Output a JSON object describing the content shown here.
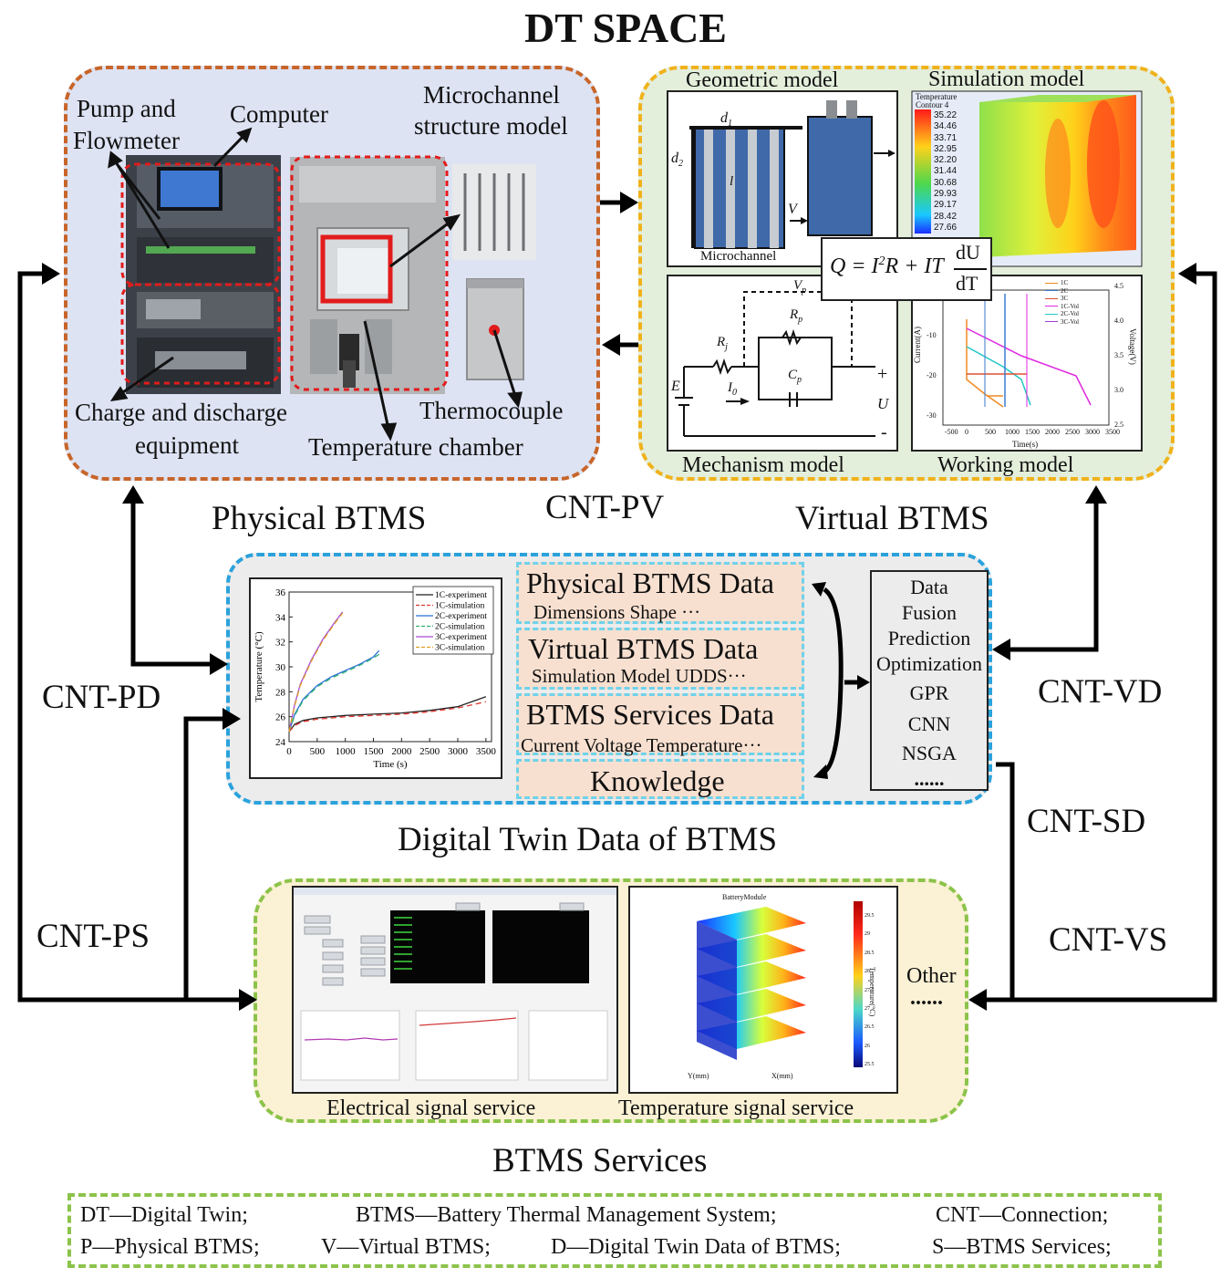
{
  "title": "DT SPACE",
  "physical": {
    "caption": "Physical BTMS",
    "labels": {
      "pump": "Pump and",
      "flowmeter": "Flowmeter",
      "computer": "Computer",
      "microchannel_1": "Microchannel",
      "microchannel_2": "structure model",
      "charge_1": "Charge and discharge",
      "charge_2": "equipment",
      "thermocouple": "Thermocouple",
      "chamber": "Temperature chamber"
    }
  },
  "virtual": {
    "caption": "Virtual BTMS",
    "geometric": {
      "title": "Geometric model",
      "label": "Microchannel",
      "d1": "d",
      "d1_sub": "1",
      "d2": "d",
      "d2_sub": "2",
      "l": "l",
      "v": "V"
    },
    "simulation": {
      "title": "Simulation model",
      "legend_title_1": "Temperature",
      "legend_title_2": "Contour 4",
      "legend_values": [
        "35.22",
        "34.46",
        "33.71",
        "32.95",
        "32.20",
        "31.44",
        "30.68",
        "29.93",
        "29.17",
        "28.42",
        "27.66"
      ]
    },
    "formula": {
      "lhs": "Q = I",
      "sup": "2",
      "mid": "R + IT",
      "num": "dU",
      "den": "dT"
    },
    "mechanism": {
      "title": "Mechanism model",
      "vp": "V",
      "vp_sub": "p",
      "rj": "R",
      "rj_sub": "j",
      "rp": "R",
      "rp_sub": "p",
      "cp": "C",
      "cp_sub": "p",
      "e": "E",
      "i0": "I",
      "i0_sub": "0",
      "u": "U",
      "plus": "+",
      "minus": "-"
    },
    "working": {
      "title": "Working  model",
      "ylabel_left": "Current(A)",
      "ylabel_right": "Voltage(V)",
      "xlabel": "Time(s)",
      "x_ticks": [
        "-500",
        "0",
        "500",
        "1000",
        "1500",
        "2000",
        "2500",
        "3000",
        "3500"
      ],
      "y_ticks_left": [
        "-10",
        "-20",
        "-30"
      ],
      "y_ticks_right": [
        "4.5",
        "4.0",
        "3.5",
        "3.0",
        "2.5"
      ],
      "legend": [
        "1C",
        "2C",
        "3C",
        "1C-Vol",
        "2C-Vol",
        "3C-Vol"
      ]
    }
  },
  "connections": {
    "pv": "CNT-PV",
    "pd": "CNT-PD",
    "vd": "CNT-VD",
    "sd": "CNT-SD",
    "ps": "CNT-PS",
    "vs": "CNT-VS"
  },
  "data": {
    "caption": "Digital Twin Data of BTMS",
    "boxes": [
      {
        "title": "Physical BTMS Data",
        "sub": "Dimensions  Shape ···"
      },
      {
        "title": "Virtual BTMS Data",
        "sub": "Simulation   Model  UDDS···"
      },
      {
        "title": "BTMS Services Data",
        "sub": "Current Voltage Temperature···"
      },
      {
        "title": "Knowledge",
        "sub": ""
      }
    ],
    "fusion": [
      "Data",
      "Fusion",
      "Prediction",
      "Optimization",
      "GPR",
      "CNN",
      "NSGA",
      "......"
    ]
  },
  "chart_data": {
    "type": "line",
    "xlabel": "Time (s)",
    "ylabel": "Temperature (°C)",
    "xlim": [
      0,
      3600
    ],
    "ylim": [
      24,
      36
    ],
    "x_ticks": [
      "0",
      "500",
      "1000",
      "1500",
      "2000",
      "2500",
      "3000",
      "3500"
    ],
    "y_ticks": [
      "24",
      "26",
      "28",
      "30",
      "32",
      "34",
      "36"
    ],
    "series": [
      {
        "name": "1C-experiment",
        "color": "#222222",
        "dash": "",
        "x": [
          0,
          100,
          250,
          500,
          1000,
          1500,
          2000,
          2500,
          3000,
          3500
        ],
        "y": [
          24.8,
          25.4,
          25.7,
          25.9,
          26.1,
          26.2,
          26.3,
          26.5,
          26.8,
          27.6
        ]
      },
      {
        "name": "1C-simulation",
        "color": "#e0362f",
        "dash": "6 4",
        "x": [
          0,
          100,
          250,
          500,
          1000,
          1500,
          2000,
          2500,
          3000,
          3500
        ],
        "y": [
          24.8,
          25.3,
          25.6,
          25.8,
          26.0,
          26.1,
          26.2,
          26.4,
          26.7,
          27.2
        ]
      },
      {
        "name": "2C-experiment",
        "color": "#2a6fd6",
        "dash": "",
        "x": [
          0,
          100,
          250,
          500,
          750,
          1000,
          1250,
          1500,
          1600
        ],
        "y": [
          24.8,
          26.2,
          27.4,
          28.5,
          29.2,
          29.7,
          30.2,
          30.8,
          31.3
        ]
      },
      {
        "name": "2C-simulation",
        "color": "#2fb36f",
        "dash": "6 4",
        "x": [
          0,
          100,
          250,
          500,
          750,
          1000,
          1250,
          1500,
          1600
        ],
        "y": [
          24.8,
          26.1,
          27.3,
          28.4,
          29.1,
          29.6,
          30.1,
          30.7,
          31.0
        ]
      },
      {
        "name": "3C-experiment",
        "color": "#a64bd8",
        "dash": "",
        "x": [
          0,
          100,
          200,
          400,
          600,
          800,
          950
        ],
        "y": [
          24.8,
          27.0,
          28.6,
          30.6,
          32.2,
          33.5,
          34.4
        ]
      },
      {
        "name": "3C-simulation",
        "color": "#e0a020",
        "dash": "6 4",
        "x": [
          0,
          100,
          200,
          400,
          600,
          800,
          950
        ],
        "y": [
          24.8,
          26.9,
          28.5,
          30.5,
          32.1,
          33.4,
          34.3
        ]
      }
    ]
  },
  "services": {
    "caption": "BTMS Services",
    "electrical": "Electrical signal service",
    "temperature": "Temperature signal service",
    "heat_title": "BatteryModule",
    "heat_axis": "Temperature(°C)",
    "heat_x": "X(mm)",
    "heat_y": "Y(mm)",
    "heat_ticks": [
      "29.5",
      "29",
      "28.5",
      "28",
      "27.5",
      "27",
      "26.5",
      "26",
      "25.5"
    ],
    "other": "Other",
    "other_dots": "......"
  },
  "legend": {
    "row1": [
      "DT—Digital Twin;",
      "BTMS—Battery Thermal Management System;",
      "CNT—Connection;"
    ],
    "row2": [
      "P—Physical BTMS;",
      "V—Virtual BTMS;",
      "D—Digital Twin Data of BTMS;",
      "S—BTMS Services;"
    ]
  },
  "colors": {
    "physical_bg": "#dde3f3",
    "physical_border": "#c8652a",
    "virtual_bg": "#e3eedb",
    "virtual_border": "#f0b21b",
    "data_bg": "#ececec",
    "data_border": "#2aa2dc",
    "services_bg": "#fbf1d4",
    "services_border": "#8cc34a"
  }
}
